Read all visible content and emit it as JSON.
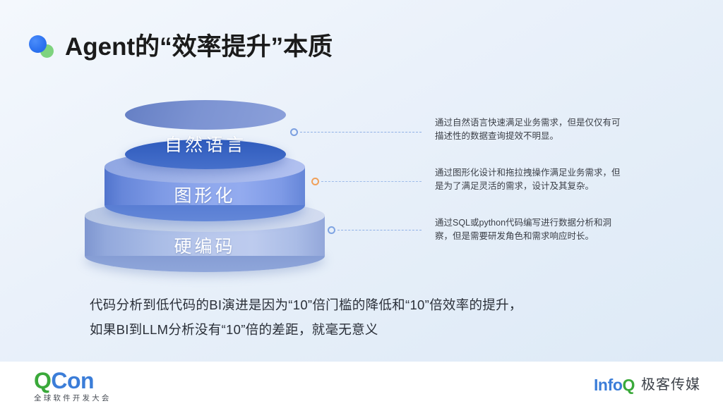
{
  "slide": {
    "title": "Agent的“效率提升”本质",
    "logo_icon": "blue-green-dots-icon"
  },
  "diagram": {
    "tiers": [
      {
        "id": "top",
        "label": "自然语言"
      },
      {
        "id": "middle",
        "label": "图形化"
      },
      {
        "id": "bottom",
        "label": "硬编码"
      }
    ],
    "connectors": [
      {
        "id": "1",
        "dot_color": "#7b9fe0",
        "line_color": "#8fb0e6"
      },
      {
        "id": "2",
        "dot_color": "#f0a05a",
        "line_color": "#9ebcea"
      },
      {
        "id": "3",
        "dot_color": "#7fa4e2",
        "line_color": "#8fb0e6"
      }
    ],
    "annotations": [
      "通过自然语言快速满足业务需求，但是仅仅有可描述性的数据查询提效不明显。",
      "通过图形化设计和拖拉拽操作满足业务需求，但是为了满足灵活的需求，设计及其复杂。",
      "通过SQL或python代码编写进行数据分析和洞察，但是需要研发角色和需求响应时长。"
    ]
  },
  "summary": {
    "line1": "代码分析到低代码的BI演进是因为“10”倍门槛的降低和“10”倍效率的提升，",
    "line2": "如果BI到LLM分析没有“10”倍的差距，就毫无意义"
  },
  "footer": {
    "qcon": {
      "q": "Q",
      "con": "Con",
      "subtitle": "全球软件开发大会"
    },
    "infoq": {
      "info": "Info",
      "q": "Q",
      "chinese": "极客传媒"
    }
  }
}
